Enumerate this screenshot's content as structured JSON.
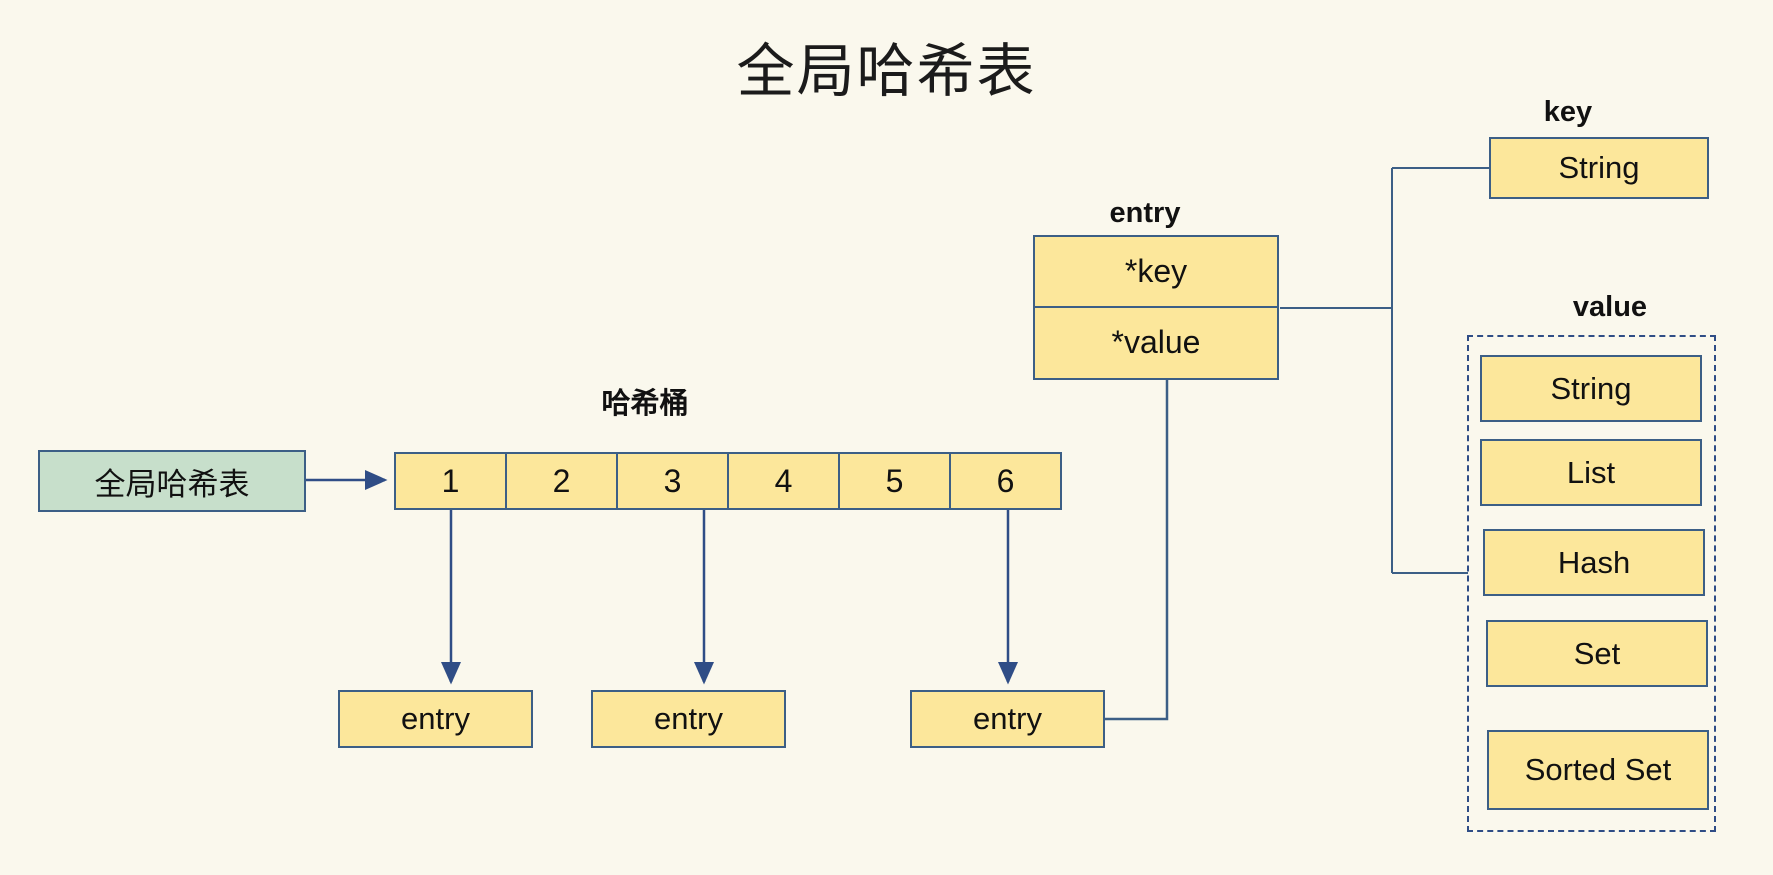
{
  "page": {
    "title": "全局哈希表",
    "background_color": "#faf8ed",
    "node_fill": "#fce79b",
    "node_border": "#3c5f86",
    "green_fill": "#c7dfcb",
    "edge_color": "#3c5f86",
    "dashed_color": "#2f4d86"
  },
  "global_table": {
    "label": "全局哈希表"
  },
  "hash_bucket": {
    "label": "哈希桶",
    "cells": [
      "1",
      "2",
      "3",
      "4",
      "5",
      "6"
    ]
  },
  "entries": [
    {
      "label": "entry"
    },
    {
      "label": "entry"
    },
    {
      "label": "entry"
    }
  ],
  "entry_struct": {
    "label": "entry",
    "fields": [
      "*key",
      "*value"
    ]
  },
  "key_group": {
    "label": "key",
    "items": [
      "String"
    ]
  },
  "value_group": {
    "label": "value",
    "items": [
      "String",
      "List",
      "Hash",
      "Set",
      "Sorted Set"
    ]
  }
}
